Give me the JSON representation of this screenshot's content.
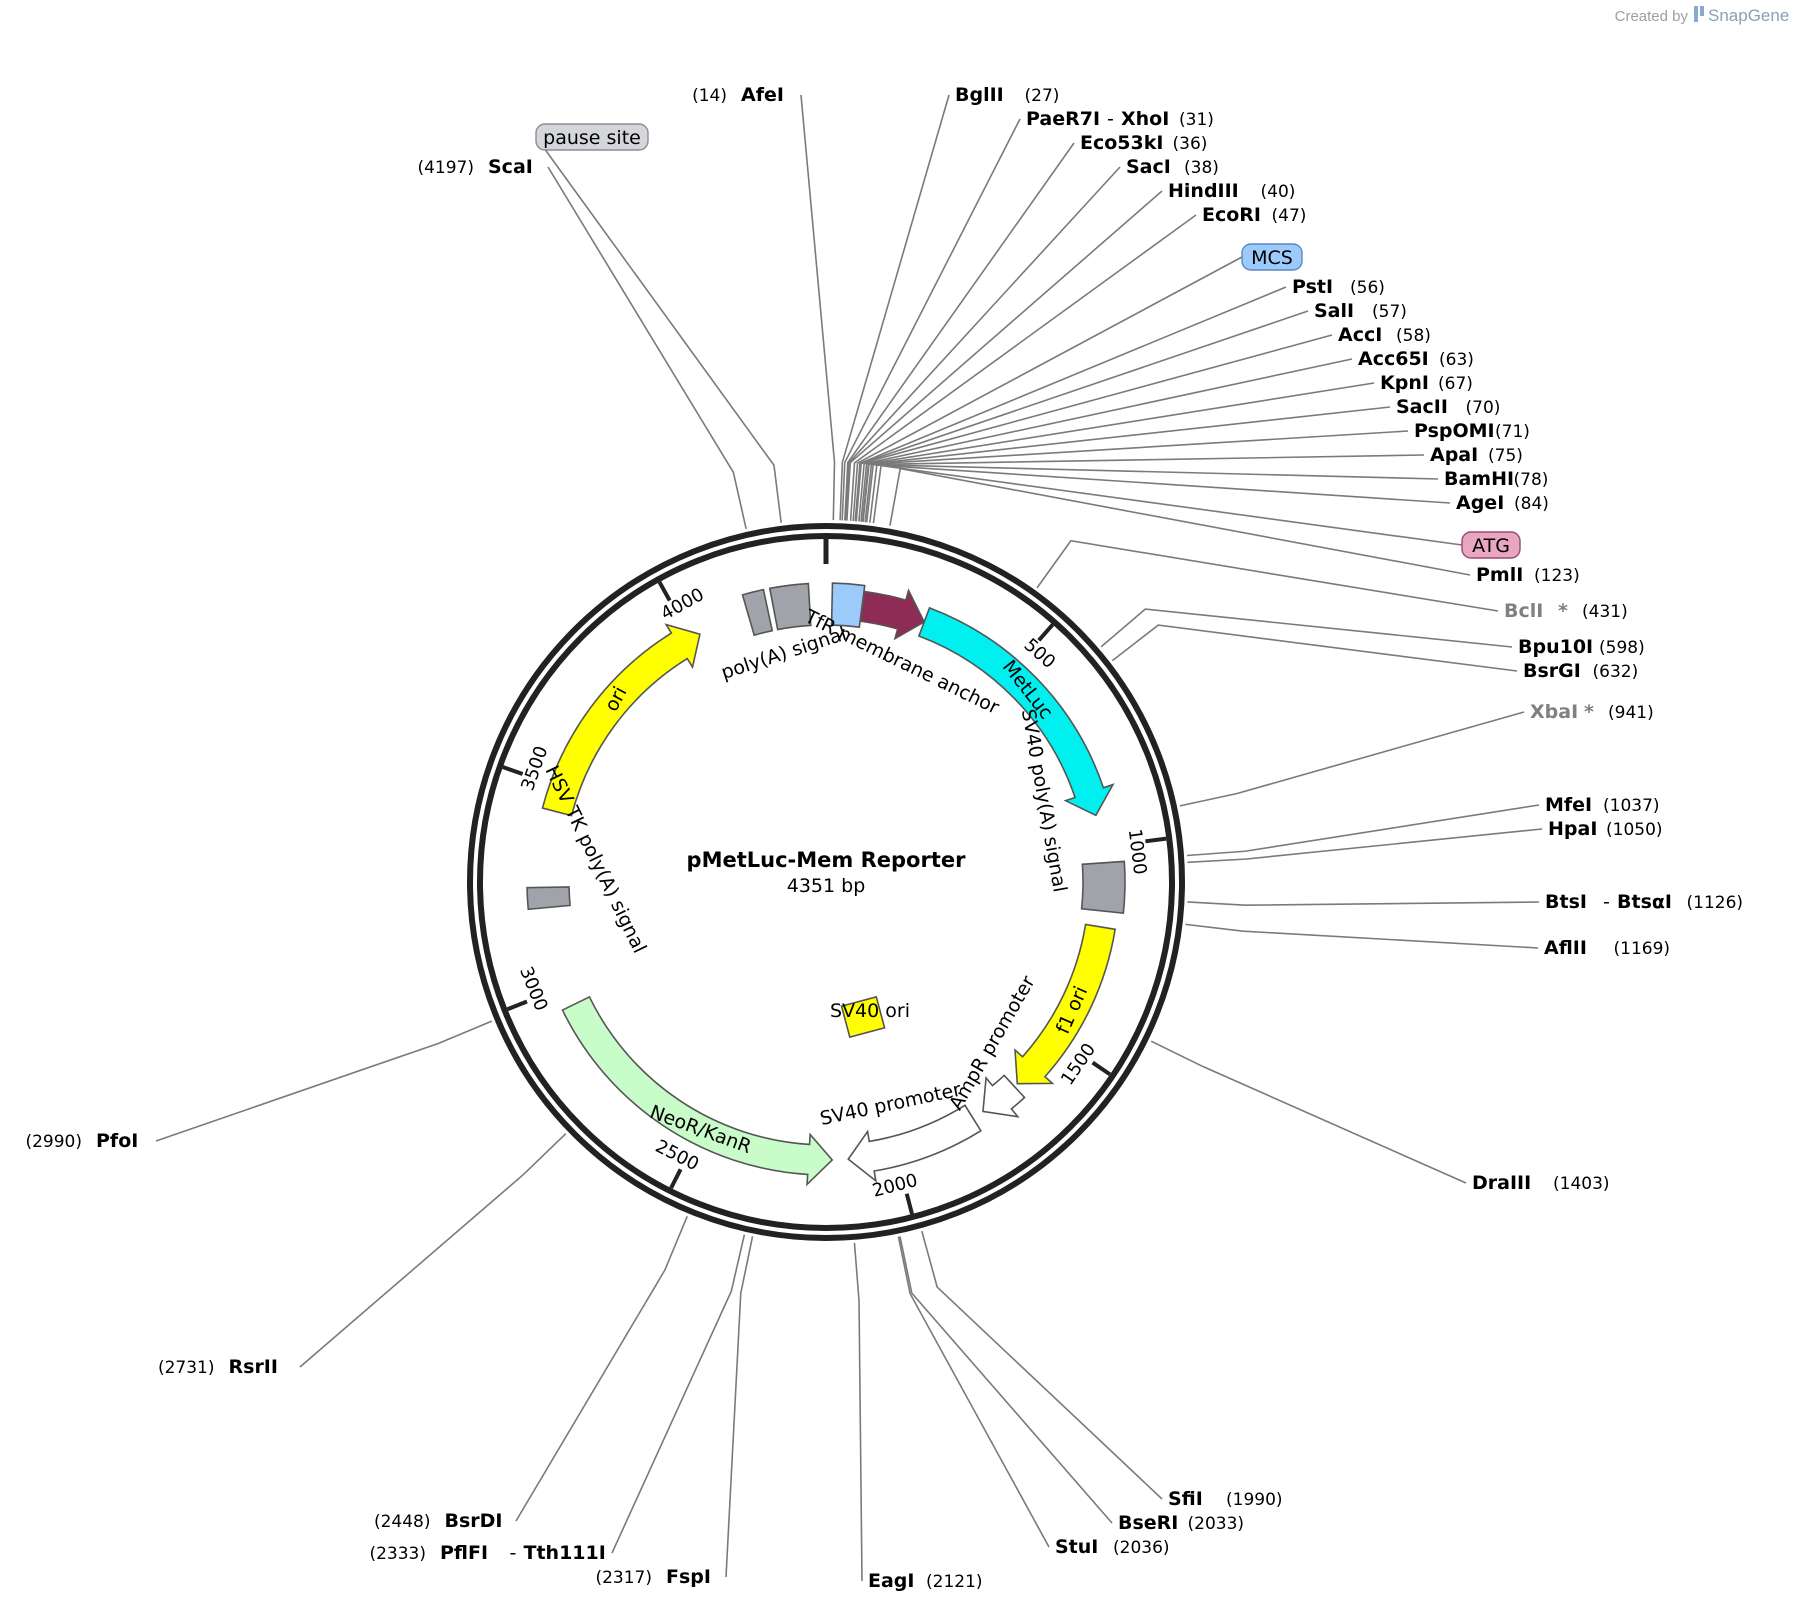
{
  "plasmid": {
    "name": "pMetLuc-Mem Reporter",
    "size_label": "4351 bp",
    "length": 4351
  },
  "branding": {
    "created_by": "Created by",
    "app": "SnapGene"
  },
  "ticks": [
    {
      "pos": 500,
      "label": "500"
    },
    {
      "pos": 1000,
      "label": "1000"
    },
    {
      "pos": 1500,
      "label": "1500"
    },
    {
      "pos": 2000,
      "label": "2000"
    },
    {
      "pos": 2500,
      "label": "2500"
    },
    {
      "pos": 3000,
      "label": "3000"
    },
    {
      "pos": 3500,
      "label": "3500"
    },
    {
      "pos": 4000,
      "label": "4000"
    }
  ],
  "features": [
    {
      "name": "MCS",
      "type": "box",
      "start": 15,
      "end": 90,
      "color": "#9ccafb"
    },
    {
      "name": "TfR membrane anchor",
      "type": "arrow",
      "dir": 1,
      "start": 91,
      "end": 250,
      "color": "#8e2c55"
    },
    {
      "name": "MetLuc",
      "type": "arrow",
      "dir": 1,
      "start": 250,
      "end": 920,
      "color": "#00f0f0"
    },
    {
      "name": "SV40 poly(A) signal",
      "type": "box",
      "start": 1040,
      "end": 1160,
      "color": "#a0a4aa"
    },
    {
      "name": "f1 ori",
      "type": "arrow",
      "dir": 1,
      "start": 1200,
      "end": 1650,
      "color": "#ffff00"
    },
    {
      "name": "AmpR promoter",
      "type": "arrow",
      "dir": 1,
      "start": 1660,
      "end": 1760,
      "color": "#ffffff"
    },
    {
      "name": "SV40 promoter",
      "type": "arrow",
      "dir": 1,
      "start": 1790,
      "end": 2120,
      "color": "#ffffff"
    },
    {
      "name": "SV40 ori",
      "type": "box",
      "start": 1990,
      "end": 2080,
      "color": "#ffff00",
      "inner": true
    },
    {
      "name": "NeoR/KanR",
      "type": "arrow",
      "dir": -1,
      "start": 2160,
      "end": 2950,
      "color": "#c8fcc8"
    },
    {
      "name": "HSV TK poly(A) signal",
      "type": "box",
      "start": 3200,
      "end": 3250,
      "color": "#a0a4aa"
    },
    {
      "name": "ori",
      "type": "arrow",
      "dir": 1,
      "start": 3440,
      "end": 4025,
      "color": "#ffff00"
    },
    {
      "name": "poly(A) signal",
      "type": "box",
      "start": 4155,
      "end": 4205,
      "color": "#a0a4aa"
    },
    {
      "name": "pause site",
      "type": "box",
      "start": 4220,
      "end": 4310,
      "color": "#a0a4aa"
    }
  ],
  "feature_callouts": [
    {
      "name": "pause site",
      "color": "#d4d6da",
      "border": "#8a8e94"
    },
    {
      "name": "MCS",
      "color": "#9ccafb",
      "border": "#5a88c0"
    },
    {
      "name": "ATG",
      "color": "#e8a6c0",
      "border": "#9a4a6a"
    }
  ],
  "sites": [
    {
      "name": "AfeI",
      "pos": "(14)",
      "unique": true
    },
    {
      "name": "BglII",
      "pos": "(27)",
      "unique": true
    },
    {
      "name": "PaeR7I",
      "name2": "XhoI",
      "pos": "(31)",
      "unique": true
    },
    {
      "name": "Eco53kI",
      "pos": "(36)",
      "unique": true
    },
    {
      "name": "SacI",
      "pos": "(38)",
      "unique": true
    },
    {
      "name": "HindIII",
      "pos": "(40)",
      "unique": true
    },
    {
      "name": "EcoRI",
      "pos": "(47)",
      "unique": true
    },
    {
      "name": "PstI",
      "pos": "(56)",
      "unique": true
    },
    {
      "name": "SalI",
      "pos": "(57)",
      "unique": true
    },
    {
      "name": "AccI",
      "pos": "(58)",
      "unique": true
    },
    {
      "name": "Acc65I",
      "pos": "(63)",
      "unique": true
    },
    {
      "name": "KpnI",
      "pos": "(67)",
      "unique": true
    },
    {
      "name": "SacII",
      "pos": "(70)",
      "unique": true
    },
    {
      "name": "PspOMI",
      "pos": "(71)",
      "unique": true
    },
    {
      "name": "ApaI",
      "pos": "(75)",
      "unique": true
    },
    {
      "name": "BamHI",
      "pos": "(78)",
      "unique": true
    },
    {
      "name": "AgeI",
      "pos": "(84)",
      "unique": true
    },
    {
      "name": "PmlI",
      "pos": "(123)",
      "unique": true
    },
    {
      "name": "BclI",
      "star": "*",
      "pos": "(431)",
      "unique": false
    },
    {
      "name": "Bpu10I",
      "pos": "(598)",
      "unique": true
    },
    {
      "name": "BsrGI",
      "pos": "(632)",
      "unique": true
    },
    {
      "name": "XbaI",
      "star": "*",
      "pos": "(941)",
      "unique": false
    },
    {
      "name": "MfeI",
      "pos": "(1037)",
      "unique": true
    },
    {
      "name": "HpaI",
      "pos": "(1050)",
      "unique": true
    },
    {
      "name": "BtsI",
      "name2": "BtsαI",
      "pos": "(1126)",
      "unique": true
    },
    {
      "name": "AflII",
      "pos": "(1169)",
      "unique": true
    },
    {
      "name": "DraIII",
      "pos": "(1403)",
      "unique": true
    },
    {
      "name": "SfiI",
      "pos": "(1990)",
      "unique": true
    },
    {
      "name": "BseRI",
      "pos": "(2033)",
      "unique": true
    },
    {
      "name": "StuI",
      "pos": "(2036)",
      "unique": true
    },
    {
      "name": "EagI",
      "pos": "(2121)",
      "unique": true
    },
    {
      "name": "FspI",
      "pos": "(2317)",
      "unique": true
    },
    {
      "name": "PflFI",
      "name2": "Tth111I",
      "pos": "(2333)",
      "unique": true
    },
    {
      "name": "BsrDI",
      "pos": "(2448)",
      "unique": true
    },
    {
      "name": "RsrII",
      "pos": "(2731)",
      "unique": true
    },
    {
      "name": "PfoI",
      "pos": "(2990)",
      "unique": true
    },
    {
      "name": "ScaI",
      "pos": "(4197)",
      "unique": true
    }
  ]
}
